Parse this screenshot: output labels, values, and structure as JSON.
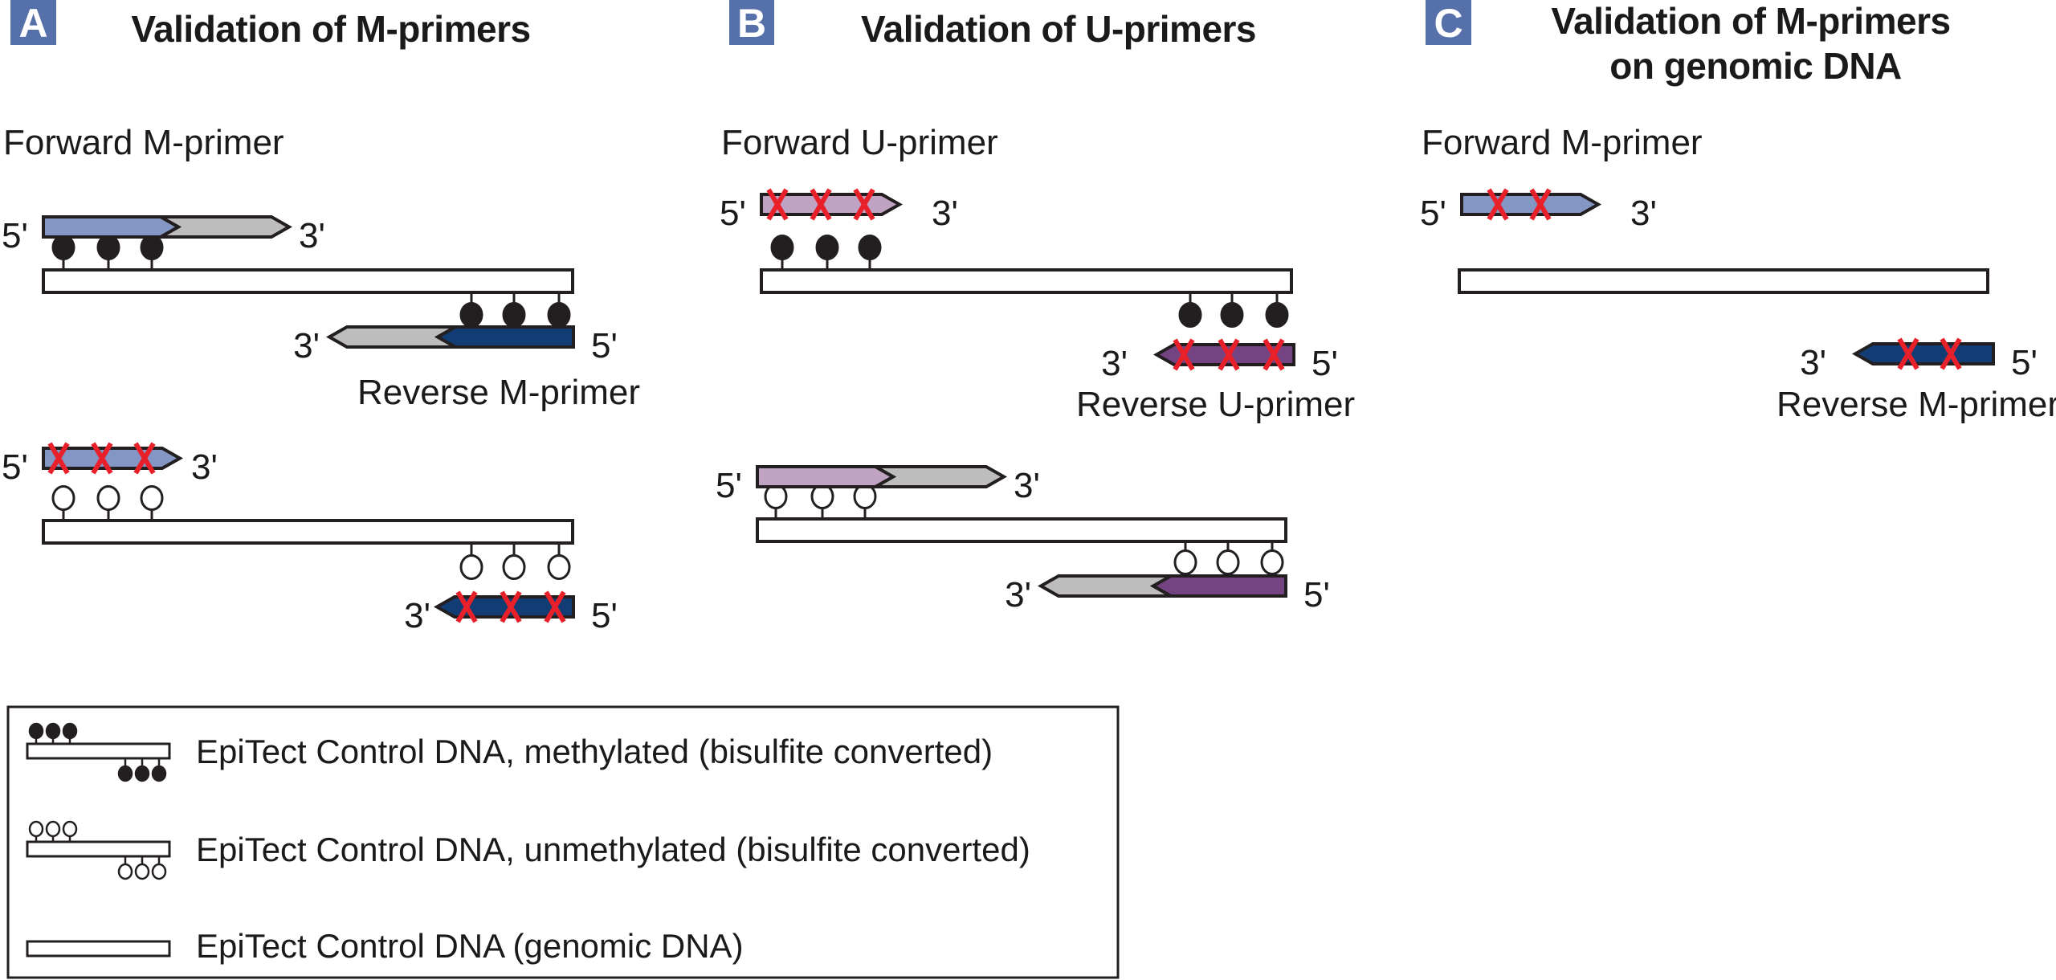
{
  "colors": {
    "badge": "#5670aa",
    "m_primer_forward": "#8497c4",
    "m_primer_reverse": "#113c74",
    "u_primer_forward": "#c0a3c3",
    "u_primer_reverse": "#744382",
    "extension": "#bdbdbd",
    "mismatch": "#e8202a",
    "outline": "#231f20",
    "dna_fill": "#ffffff"
  },
  "panels": [
    {
      "id": "A",
      "badge": "A",
      "title_lines": [
        "Validation of M-primers"
      ],
      "forward_label": "Forward M-primer",
      "reverse_label": "Reverse M-primer",
      "scenarios": [
        {
          "template": "methylated",
          "forward": {
            "primer": "M",
            "binds": true,
            "extended": true,
            "mismatches": 0
          },
          "reverse": {
            "primer": "M",
            "binds": true,
            "extended": true,
            "mismatches": 0
          }
        },
        {
          "template": "unmethylated",
          "forward": {
            "primer": "M",
            "binds": false,
            "extended": false,
            "mismatches": 3
          },
          "reverse": {
            "primer": "M",
            "binds": false,
            "extended": false,
            "mismatches": 3
          }
        }
      ]
    },
    {
      "id": "B",
      "badge": "B",
      "title_lines": [
        "Validation of U-primers"
      ],
      "forward_label": "Forward U-primer",
      "reverse_label": "Reverse U-primer",
      "scenarios": [
        {
          "template": "methylated",
          "forward": {
            "primer": "U",
            "binds": false,
            "extended": false,
            "mismatches": 3
          },
          "reverse": {
            "primer": "U",
            "binds": false,
            "extended": false,
            "mismatches": 3
          }
        },
        {
          "template": "unmethylated",
          "forward": {
            "primer": "U",
            "binds": true,
            "extended": true,
            "mismatches": 0
          },
          "reverse": {
            "primer": "U",
            "binds": true,
            "extended": true,
            "mismatches": 0
          }
        }
      ]
    },
    {
      "id": "C",
      "badge": "C",
      "title_lines": [
        "Validation of M-primers",
        "on genomic DNA"
      ],
      "forward_label": "Forward M-primer",
      "reverse_label": "Reverse M-primer",
      "scenarios": [
        {
          "template": "genomic",
          "forward": {
            "primer": "M",
            "binds": false,
            "extended": false,
            "mismatches": 2
          },
          "reverse": {
            "primer": "M",
            "binds": false,
            "extended": false,
            "mismatches": 2
          }
        }
      ]
    }
  ],
  "end_labels": {
    "five_prime": "5'",
    "three_prime": "3'"
  },
  "legend": [
    {
      "symbol": "methylated",
      "text": "EpiTect Control DNA, methylated (bisulfite converted)"
    },
    {
      "symbol": "unmethylated",
      "text": "EpiTect Control DNA, unmethylated (bisulfite converted)"
    },
    {
      "symbol": "genomic",
      "text": "EpiTect Control DNA (genomic DNA)"
    }
  ]
}
